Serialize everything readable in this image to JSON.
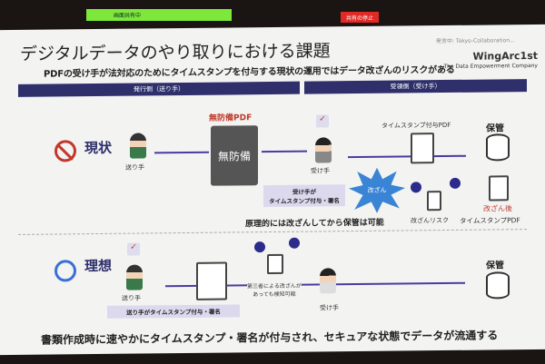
{
  "meeting": {
    "sharing_label": "画面共有中",
    "stop_label": "共有の停止",
    "speaker": "発言中: Tokyo-Collaboration..."
  },
  "slide": {
    "title": "デジタルデータのやり取りにおける課題",
    "subtitle": "PDFの受け手が法対応のためにタイムスタンプを付与する現状の運用ではデータ改ざんのリスクがある",
    "logo": {
      "name": "WingArc1st",
      "tagline": "The Data Empowerment Company"
    },
    "headers": {
      "sender": "発行側（送り手）",
      "receiver": "受領側（受け手）"
    },
    "current": {
      "label": "現状",
      "sender": "送り手",
      "unprotected_title": "無防備PDF",
      "unprotected_doc": "無防備",
      "receiver": "受け手",
      "receiver_note": "受け手が\nタイムスタンプ付与・署名",
      "tamper": "改ざん",
      "stamped_pdf": "タイムスタンプ付与PDF",
      "storage": "保管",
      "tamper_risk": "改ざんリスク",
      "after_tamper": "改ざん後",
      "after_tamper_pdf": "タイムスタンプPDF",
      "principle": "原理的には改ざんしてから保管は可能"
    },
    "ideal": {
      "label": "理想",
      "sender": "送り手",
      "sender_note": "送り手がタイムスタンプ付与・署名",
      "detect_note": "第三者による改ざんが\nあっても検知可能",
      "receiver": "受け手",
      "storage": "保管"
    },
    "conclusion": "書類作成時に速やかにタイムスタンプ・署名が付与され、セキュアな状態でデータが流通する"
  },
  "colors": {
    "navy": "#2e2f6b",
    "arrow": "#4b3aa0",
    "red": "#c0392b",
    "blue": "#3a84d6"
  }
}
